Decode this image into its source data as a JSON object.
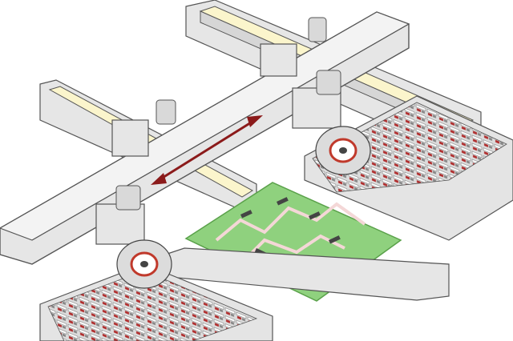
{
  "diagram": {
    "kind": "isometric pick-and-place machine illustration",
    "text_labels": [],
    "colors": {
      "background": "#ffffff",
      "beam": "#e6e6e6",
      "beam_top": "#f3f3f3",
      "beam_dark": "#cfcfcf",
      "outline": "#555555",
      "rail_inner": "#fbf5cc",
      "pcb": "#8fd17e",
      "pcb_edge": "#5aa14a",
      "trace": "#f4d7d7",
      "arrow": "#8b1a1a",
      "head_accent": "#c0392b",
      "feeder_red": "#b03030"
    },
    "icons": [
      "double-headed-arrow",
      "placement-head-turret",
      "feeder-bank",
      "pcb-board",
      "conveyor-rail",
      "gantry-beam"
    ]
  }
}
